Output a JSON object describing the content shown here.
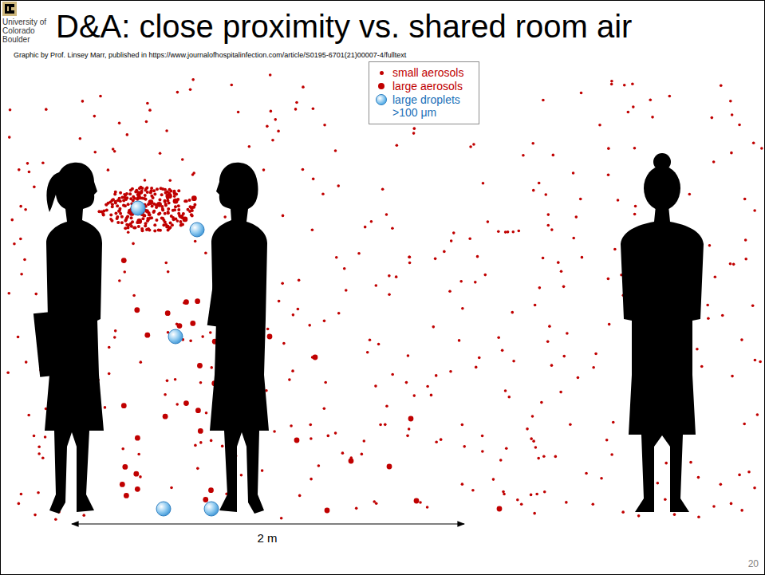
{
  "diagram": {
    "title": "D&A: close proximity vs. shared room air",
    "caption": "Graphic by Prof. Linsey Marr, published in https://www.journalofhospitalinfection.com/article/S0195-6701(21)00007-4/fulltext",
    "labels": [
      "University of Colorado Boulder",
      "2 m",
      "20"
    ],
    "legend": [
      {
        "text": "small aerosols",
        "color": "#c00000"
      },
      {
        "text": "large aerosols",
        "color": "#c00000"
      },
      {
        "text": "large droplets >100 μm",
        "color": "#5ab0e8"
      }
    ]
  }
}
